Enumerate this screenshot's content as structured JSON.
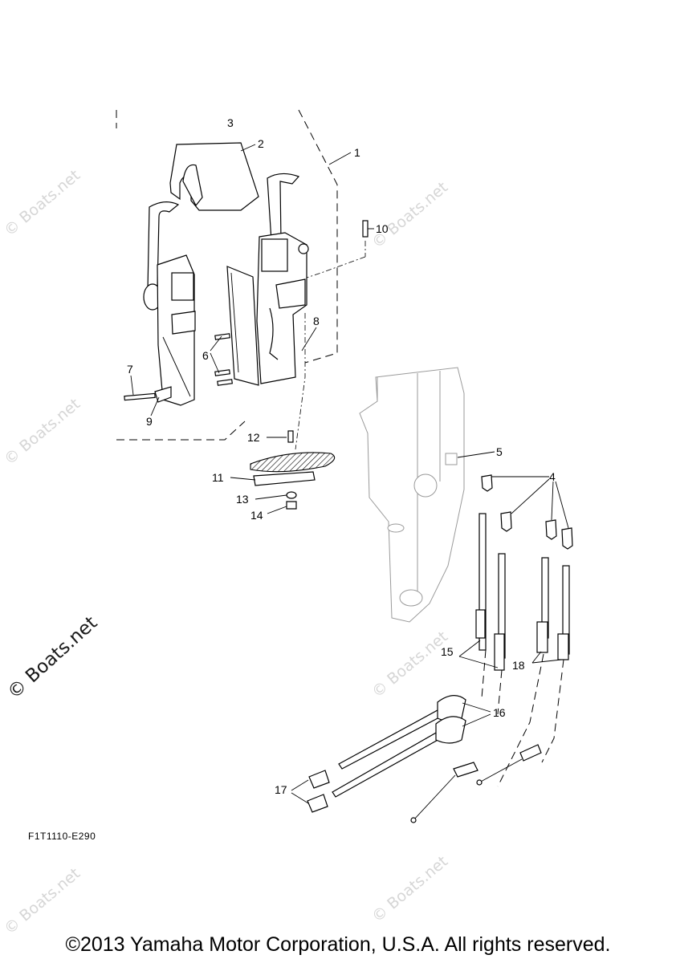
{
  "watermark_text": "© Boats.net",
  "diagram_code": "F1T1110-E290",
  "copyright": "©2013 Yamaha Motor Corporation, U.S.A. All rights reserved.",
  "callouts": {
    "c1": "1",
    "c2": "2",
    "c3": "3",
    "c4": "4",
    "c5": "5",
    "c6": "6",
    "c7": "7",
    "c8": "8",
    "c9": "9",
    "c10": "10",
    "c11": "11",
    "c12": "12",
    "c13": "13",
    "c14": "14",
    "c15": "15",
    "c16": "16",
    "c17": "17",
    "c18": "18"
  },
  "colors": {
    "line": "#000000",
    "watermark": "#d6d6d6",
    "background": "#ffffff"
  }
}
